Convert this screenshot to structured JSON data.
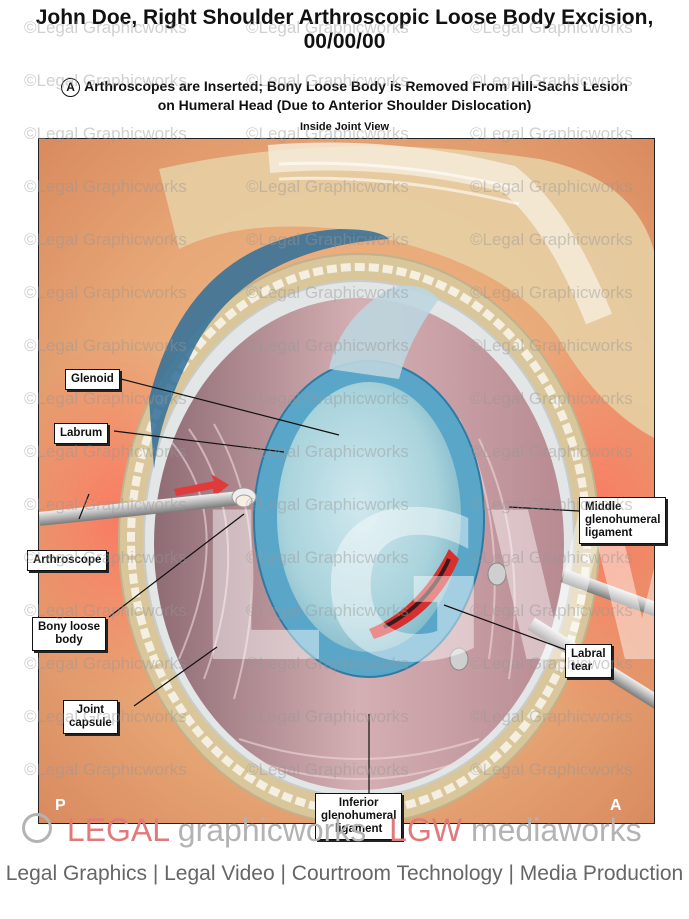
{
  "header": {
    "title_line1": "John Doe, Right Shoulder Arthroscopic Loose Body Excision,",
    "title_line2": "00/00/00",
    "badge": "A",
    "subtitle_line1": "Arthroscopes are Inserted; Bony Loose Body is Removed From Hill-Sachs Lesion",
    "subtitle_line2": "on Humeral Head (Due to Anterior Shoulder Dislocation)",
    "view_label": "Inside Joint View"
  },
  "labels": {
    "glenoid": "Glenoid",
    "labrum": "Labrum",
    "arthroscope": "Arthroscope",
    "bony_loose_body_1": "Bony loose",
    "bony_loose_body_2": "body",
    "joint_capsule_1": "Joint",
    "joint_capsule_2": "capsule",
    "inferior_1": "Inferior",
    "inferior_2": "glenohumeral",
    "inferior_3": "ligament",
    "middle_1": "Middle",
    "middle_2": "glenohumeral",
    "middle_3": "ligament",
    "labral_tear_1": "Labral",
    "labral_tear_2": "tear"
  },
  "corners": {
    "left": "P",
    "right": "A"
  },
  "watermark": {
    "text": "©Legal Graphicworks",
    "logo": "LGW"
  },
  "branding": {
    "left_red": "LEGAL",
    "left_grey": " graphicworks",
    "right_red": "LGW",
    "right_grey": " mediaworks"
  },
  "footer": "Legal Graphics | Legal Video | Courtroom Technology | Media Production",
  "colors": {
    "skin": "#e8a877",
    "capsule": "#b88a92",
    "glenoid": "#a9d3dc",
    "labrum": "#5aa6c8",
    "bone": "#d9c79b",
    "tear": "#d83030"
  }
}
